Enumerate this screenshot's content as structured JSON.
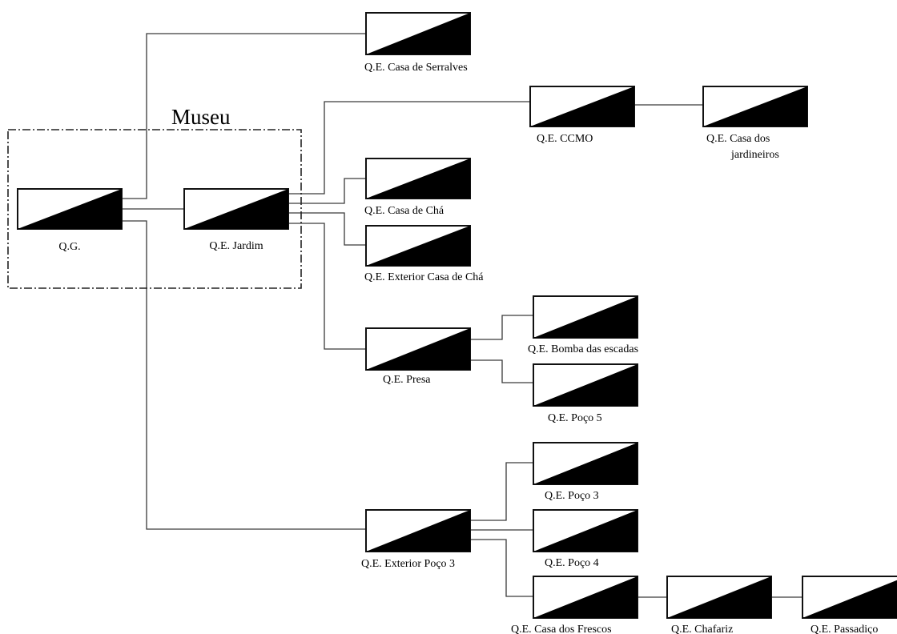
{
  "group": {
    "label": "Museu"
  },
  "panels": {
    "qg": {
      "label": "Q.G."
    },
    "jardim": {
      "label": "Q.E. Jardim"
    },
    "serralves": {
      "label": "Q.E. Casa de Serralves"
    },
    "ccmo": {
      "label": "Q.E. CCMO"
    },
    "jardineiros": {
      "label": [
        "Q.E. Casa dos",
        "jardineiros"
      ]
    },
    "casa_cha": {
      "label": "Q.E. Casa de Chá"
    },
    "ext_casa_cha": {
      "label": "Q.E. Exterior Casa de Chá"
    },
    "presa": {
      "label": "Q.E. Presa"
    },
    "bomba": {
      "label": "Q.E. Bomba das escadas"
    },
    "poco5": {
      "label": "Q.E. Poço 5"
    },
    "poco3": {
      "label": "Q.E. Poço 3"
    },
    "ext_poco3": {
      "label": "Q.E. Exterior Poço 3"
    },
    "poco4": {
      "label": "Q.E. Poço 4"
    },
    "frescos": {
      "label": "Q.E. Casa dos Frescos"
    },
    "chafariz": {
      "label": "Q.E. Chafariz"
    },
    "passadico": {
      "label": "Q.E. Passadiço"
    }
  },
  "connections": [
    [
      "qg",
      "serralves"
    ],
    [
      "qg",
      "jardim"
    ],
    [
      "qg",
      "ext_poco3"
    ],
    [
      "jardim",
      "ccmo"
    ],
    [
      "ccmo",
      "jardineiros"
    ],
    [
      "jardim",
      "casa_cha"
    ],
    [
      "jardim",
      "ext_casa_cha"
    ],
    [
      "jardim",
      "presa"
    ],
    [
      "presa",
      "bomba"
    ],
    [
      "presa",
      "poco5"
    ],
    [
      "ext_poco3",
      "poco3"
    ],
    [
      "ext_poco3",
      "poco4"
    ],
    [
      "ext_poco3",
      "frescos"
    ],
    [
      "frescos",
      "chafariz"
    ],
    [
      "chafariz",
      "passadico"
    ]
  ]
}
